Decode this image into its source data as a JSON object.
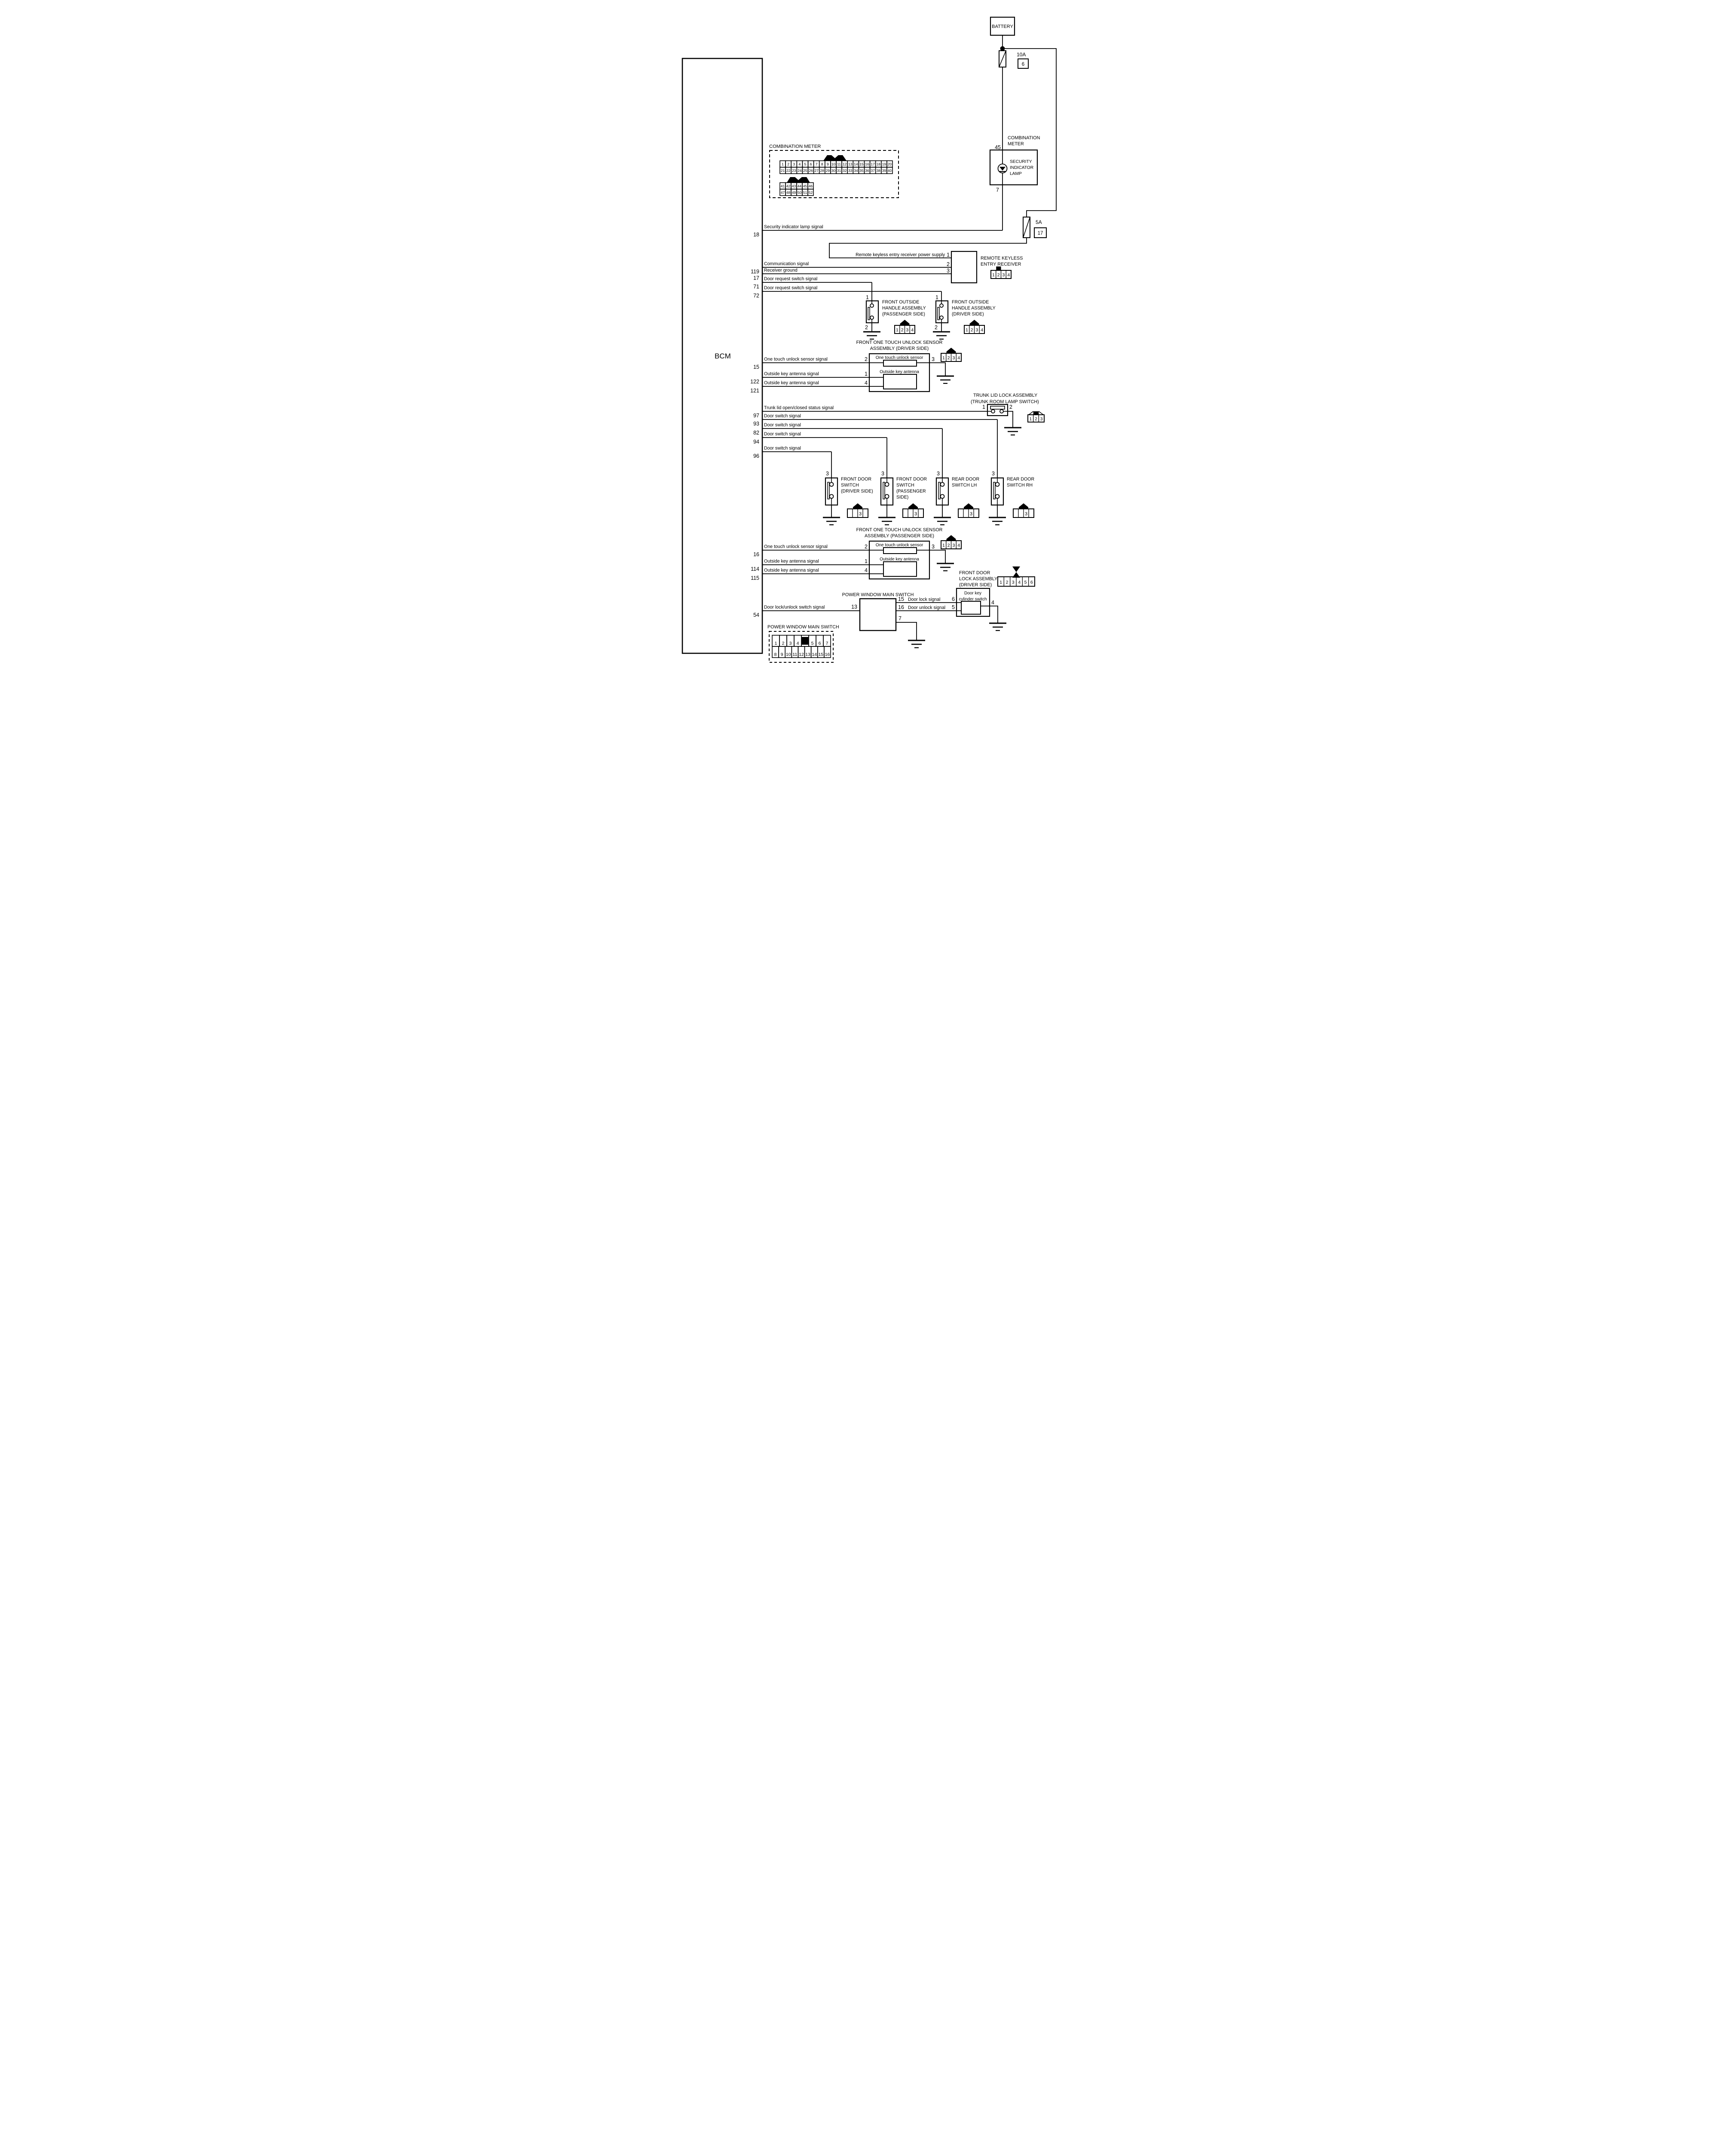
{
  "page": {
    "background": "#ffffff",
    "ink": "#000000"
  },
  "bcm": {
    "label": "BCM",
    "pins": [
      {
        "num": "18",
        "signal": "Security indicator lamp signal"
      },
      {
        "num": "119",
        "signal": "Communication signal"
      },
      {
        "num": "17",
        "signal": "Receiver ground"
      },
      {
        "num": "71",
        "signal": "Door request switch signal"
      },
      {
        "num": "72",
        "signal": "Door request switch signal"
      },
      {
        "num": "15",
        "signal": "One touch unlock sensor signal"
      },
      {
        "num": "122",
        "signal": "Outside key antenna signal"
      },
      {
        "num": "121",
        "signal": "Outside key antenna signal"
      },
      {
        "num": "97",
        "signal": "Trunk lid open/closed status signal"
      },
      {
        "num": "93",
        "signal": "Door switch signal"
      },
      {
        "num": "82",
        "signal": "Door switch signal"
      },
      {
        "num": "94",
        "signal": "Door switch signal"
      },
      {
        "num": "96",
        "signal": "Door switch signal"
      },
      {
        "num": "16",
        "signal": "One touch unlock sensor signal"
      },
      {
        "num": "114",
        "signal": "Outside key antenna signal"
      },
      {
        "num": "115",
        "signal": "Outside key antenna signal"
      },
      {
        "num": "54",
        "signal": "Door lock/unlock switch signal"
      }
    ]
  },
  "battery": {
    "label": "BATTERY"
  },
  "fuse_10a": {
    "rating": "10A",
    "number": "6"
  },
  "fuse_5a": {
    "rating": "5A",
    "number": "17"
  },
  "combination_meter_left": {
    "title": "COMBINATION METER",
    "connector_a": {
      "row1": [
        "1",
        "2",
        "3",
        "4",
        "5",
        "6",
        "7",
        "8",
        "9",
        "10",
        "11",
        "12",
        "13",
        "14",
        "15",
        "16",
        "17",
        "18",
        "19",
        "20"
      ],
      "row2": [
        "21",
        "22",
        "23",
        "24",
        "25",
        "26",
        "27",
        "28",
        "29",
        "30",
        "31",
        "32",
        "33",
        "34",
        "35",
        "36",
        "37",
        "38",
        "39",
        "40"
      ]
    },
    "connector_b": {
      "row1": [
        "41",
        "42",
        "43",
        "44",
        "45",
        "46"
      ],
      "row2": [
        "47",
        "48",
        "49",
        "50",
        "51",
        "52"
      ]
    }
  },
  "combination_meter_right": {
    "title_lines": [
      "COMBINATION",
      "METER"
    ],
    "pin_top": "45",
    "pin_bottom": "7",
    "lamp_lines": [
      "SECURITY",
      "INDICATOR",
      "LAMP"
    ]
  },
  "keyless_receiver": {
    "supply_label": "Remote keyless entry receiver power supply",
    "title_lines": [
      "REMOTE KEYLESS",
      "ENTRY RECEIVER"
    ],
    "pins": [
      "1",
      "2",
      "3"
    ],
    "connector": [
      "1",
      "2",
      "3",
      "4"
    ]
  },
  "handle_passenger": {
    "title_lines": [
      "FRONT OUTSIDE",
      "HANDLE ASSEMBLY",
      "(PASSENGER SIDE)"
    ],
    "pin_top": "1",
    "pin_bottom": "2",
    "connector": [
      "1",
      "2",
      "3",
      "4"
    ]
  },
  "handle_driver": {
    "title_lines": [
      "FRONT OUTSIDE",
      "HANDLE ASSEMBLY",
      "(DRIVER SIDE)"
    ],
    "pin_top": "1",
    "pin_bottom": "2",
    "connector": [
      "1",
      "2",
      "3",
      "4"
    ]
  },
  "one_touch_driver": {
    "title_lines": [
      "FRONT ONE TOUCH UNLOCK SENSOR",
      "ASSEMBLY (DRIVER SIDE)"
    ],
    "sensor_label": "One touch unlock sensor",
    "antenna_label": "Outside key antenna",
    "pin_sensor_in": "2",
    "pin_sensor_out": "3",
    "pin_antenna_a": "1",
    "pin_antenna_b": "4",
    "connector": [
      "1",
      "2",
      "3",
      "4"
    ]
  },
  "one_touch_passenger": {
    "title_lines": [
      "FRONT ONE TOUCH UNLOCK SENSOR",
      "ASSEMBLY (PASSENGER SIDE)"
    ],
    "sensor_label": "One touch unlock sensor",
    "antenna_label": "Outside key antenna",
    "pin_sensor_in": "2",
    "pin_sensor_out": "3",
    "pin_antenna_a": "1",
    "pin_antenna_b": "4",
    "connector": [
      "1",
      "2",
      "3",
      "4"
    ]
  },
  "trunk_lid": {
    "title_lines": [
      "TRUNK LID LOCK ASSEMBLY",
      "(TRUNK ROOM LAMP SWITCH)"
    ],
    "pin_left": "1",
    "pin_right": "2",
    "connector": [
      "1",
      "2",
      "3"
    ]
  },
  "door_switches": [
    {
      "title_lines": [
        "FRONT DOOR",
        "SWITCH",
        "(DRIVER SIDE)"
      ],
      "pin": "3",
      "connector_pin": "3"
    },
    {
      "title_lines": [
        "FRONT DOOR",
        "SWITCH",
        "(PASSENGER",
        "SIDE)"
      ],
      "pin": "3",
      "connector_pin": "3"
    },
    {
      "title_lines": [
        "REAR DOOR",
        "SWITCH LH"
      ],
      "pin": "3",
      "connector_pin": "3"
    },
    {
      "title_lines": [
        "REAR DOOR",
        "SWITCH RH"
      ],
      "pin": "3",
      "connector_pin": "3"
    }
  ],
  "power_window_switch": {
    "title": "POWER WINDOW MAIN SWITCH",
    "pin_in": "13",
    "pin_lock": "15",
    "label_lock": "Door lock signal",
    "pin_unlock": "16",
    "label_unlock": "Door unlock signal",
    "pin_ground": "7",
    "connector_title": "POWER WINDOW MAIN SWITCH",
    "connector_row1": [
      "1",
      "2",
      "3",
      "4",
      "",
      "5",
      "6",
      "7"
    ],
    "connector_row2": [
      "8",
      "9",
      "10",
      "11",
      "12",
      "13",
      "14",
      "15",
      "16"
    ]
  },
  "door_lock_assembly": {
    "title_lines": [
      "FRONT DOOR",
      "LOCK ASSEMBLY",
      "(DRIVER SIDE)"
    ],
    "connector": [
      "1",
      "2",
      "3",
      "4",
      "5",
      "6"
    ],
    "cylinder_lines": [
      "Door key",
      "cylinder switch"
    ],
    "pin_lock_in": "6",
    "pin_unlock_in": "5",
    "pin_out": "4"
  }
}
